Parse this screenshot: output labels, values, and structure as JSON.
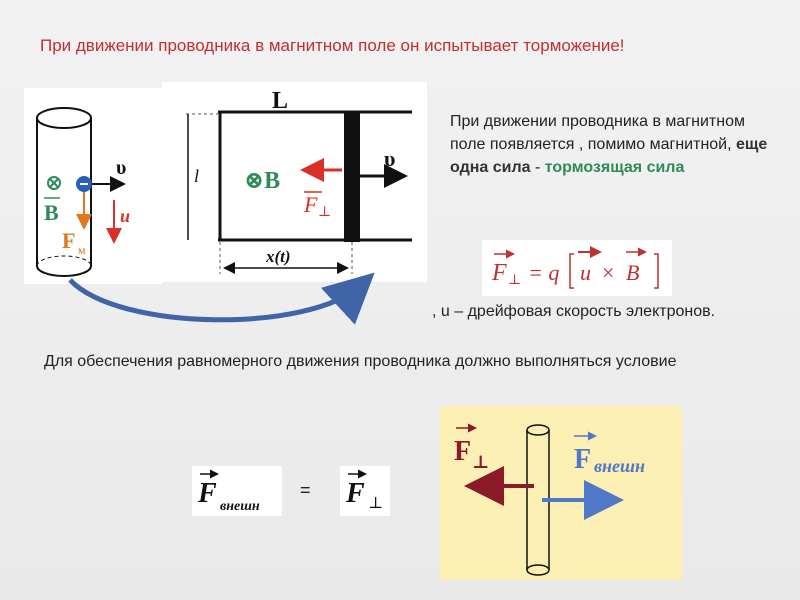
{
  "slide": {
    "title": "При движении проводника в магнитном поле он испытывает торможение!",
    "para1_a": "При движении проводника в магнитном поле появляется  , помимо магнитной,",
    "para1_b": "еще одна сила",
    "para1_c": " - ",
    "para1_d": "тормозящая сила",
    "para2": ", u – дрейфовая скорость электронов.",
    "para3": "Для обеспечения равномерного движения проводника должно выполняться условие",
    "equals": "="
  },
  "diagram_cylinder": {
    "v_label": "υ",
    "B_label": "B",
    "u_label": "u",
    "F_label": "F",
    "F_sub": "м",
    "cross_symbol": "⊗"
  },
  "diagram_rails": {
    "L_label": "L",
    "l_label": "l",
    "x_label": "x(t)",
    "B_label": "⊗B",
    "v_label": "υ",
    "F_label": "F",
    "F_sub": "⊥"
  },
  "formula": {
    "lhs": "F",
    "lhs_sub": "⊥",
    "eq": "= q",
    "u": "u",
    "times": "×",
    "B": "B"
  },
  "bottom_formula": {
    "fext": "F",
    "fext_sub": "внешн",
    "fperp": "F",
    "fperp_sub": "⊥"
  },
  "yellow": {
    "fperp": "F",
    "fperp_sub": "⊥",
    "fext": "F",
    "fext_sub": "внешн"
  },
  "colors": {
    "title_red": "#c0302f",
    "green_text": "#2e8b57",
    "force_red": "#d9302a",
    "arrow_blue": "#4f79c8",
    "dark_red": "#8b1a28"
  }
}
